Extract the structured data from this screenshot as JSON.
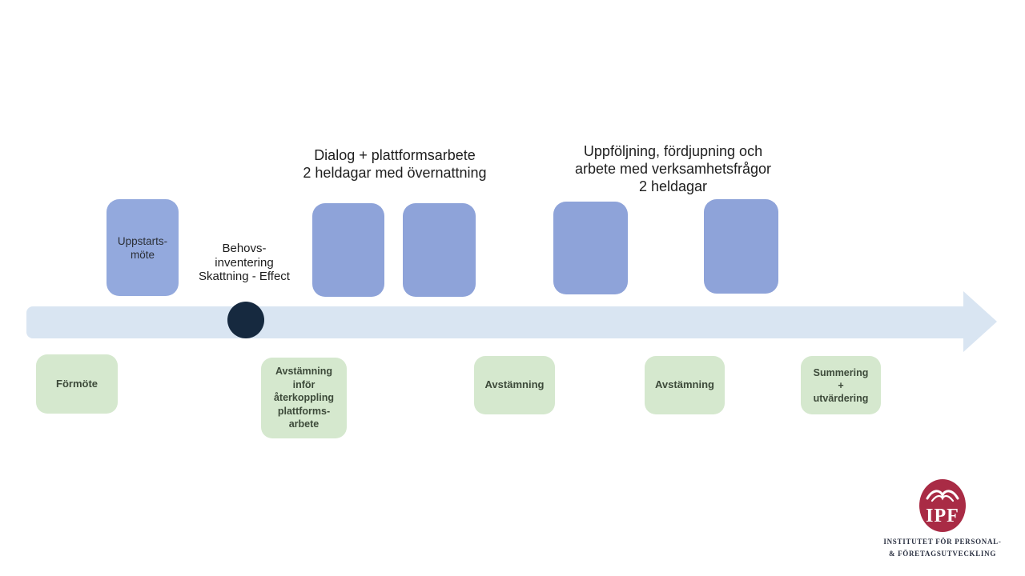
{
  "slide": {
    "background": "#ffffff"
  },
  "phase_headers": [
    {
      "text": "Dialog + plattformsarbete\n2 heldagar med övernattning"
    },
    {
      "text": "Uppföljning, fördjupning och\narbete med verksamhetsfrågor\n2 heldagar"
    }
  ],
  "milestone": {
    "note": "Behovs-\ninventering\nSkattning - Effect",
    "dot_color": "#16293f"
  },
  "timeline": {
    "arrow_color": "#d9e5f2"
  },
  "meeting_boxes": [
    {
      "label": "Uppstarts-\nmöte",
      "color": "#93a9dd"
    },
    {
      "label": "",
      "color": "#8ea3d9"
    },
    {
      "label": "",
      "color": "#8ea3d9"
    },
    {
      "label": "",
      "color": "#8ea3d9"
    },
    {
      "label": "",
      "color": "#8ea3d9"
    }
  ],
  "support_boxes": [
    {
      "label": "Förmöte",
      "color": "#d5e8ce"
    },
    {
      "label": "Avstämning\ninför\nåterkoppling\nplattforms-\narbete",
      "color": "#d5e8ce"
    },
    {
      "label": "Avstämning",
      "color": "#d5e8ce"
    },
    {
      "label": "Avstämning",
      "color": "#d5e8ce"
    },
    {
      "label": "Summering\n+\nutvärdering",
      "color": "#d5e8ce"
    }
  ],
  "logo": {
    "monogram": "IPF",
    "caption_line1": "INSTITUTET FÖR PERSONAL-",
    "caption_line2": "& FÖRETAGSUTVECKLING",
    "oval_color": "#a92b45"
  }
}
